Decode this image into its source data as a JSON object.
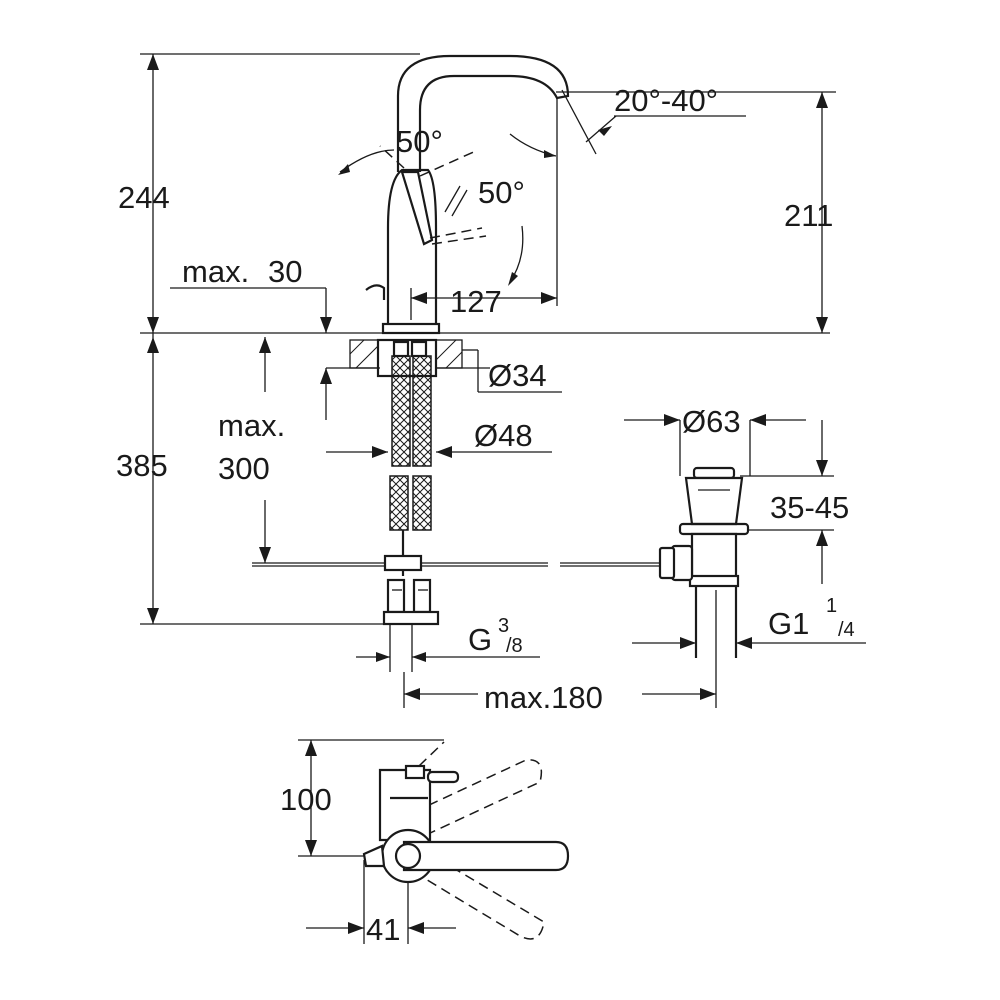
{
  "dimensions": {
    "height_total": "244",
    "height_spout": "211",
    "angle_spout": "20°-40°",
    "lever_angle_side": "50°",
    "lever_angle_front": "50°",
    "max_deck": "max.",
    "max_deck_value": "30",
    "reach": "127",
    "below_total": "385",
    "hose_max_word": "max.",
    "hose_max_value": "300",
    "hole_small": "Ø34",
    "hole_large": "Ø48",
    "waste_head": "Ø63",
    "waste_range": "35-45",
    "thread_supply_base": "G",
    "thread_supply_num": "3",
    "thread_supply_den": "/8",
    "thread_waste_base": "G1",
    "thread_waste_num": "1",
    "thread_waste_den": "/4",
    "rod_max": "max.180",
    "plan_height": "100",
    "plan_width": "41"
  }
}
